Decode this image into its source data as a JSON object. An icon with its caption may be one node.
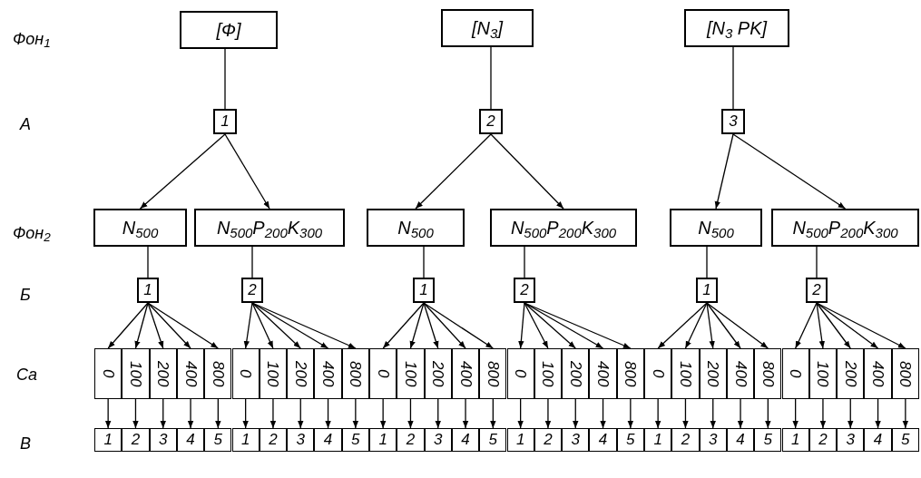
{
  "diagram": {
    "nodes": [
      {
        "text": [
          "[Ф]"
        ]
      },
      {
        "text": [
          "[N$_{3}$]"
        ]
      },
      {
        "text": [
          "[N$_{3}$ PK]"
        ]
      },
      {
        "text": [
          "1"
        ]
      },
      {
        "text": [
          "2"
        ]
      },
      {
        "text": [
          "3"
        ]
      },
      {
        "text": [
          "N$_{500}$"
        ]
      },
      {
        "text": [
          "N$_{500}$P$_{200}$K$_{300}$"
        ]
      },
      {
        "text": [
          "N$_{500}$"
        ]
      },
      {
        "text": [
          "N$_{500}$P$_{200}$K$_{300}$"
        ]
      },
      {
        "text": [
          "N$_{500}$"
        ]
      },
      {
        "text": [
          "N$_{500}$P$_{200}$K$_{300}$"
        ]
      },
      {
        "text": [
          "1"
        ]
      },
      {
        "text": [
          "2"
        ]
      },
      {
        "text": [
          "1"
        ]
      },
      {
        "text": [
          "2"
        ]
      },
      {
        "text": [
          "1"
        ]
      },
      {
        "text": [
          "2"
        ]
      },
      {
        "text": [
          "0"
        ]
      },
      {
        "text": [
          "100"
        ]
      },
      {
        "text": [
          "200"
        ]
      },
      {
        "text": [
          "400"
        ]
      },
      {
        "text": [
          "800"
        ]
      },
      {
        "text": [
          "0"
        ]
      },
      {
        "text": [
          "100"
        ]
      },
      {
        "text": [
          "200"
        ]
      },
      {
        "text": [
          "400"
        ]
      },
      {
        "text": [
          "800"
        ]
      },
      {
        "text": [
          "0"
        ]
      },
      {
        "text": [
          "100"
        ]
      },
      {
        "text": [
          "200"
        ]
      },
      {
        "text": [
          "400"
        ]
      },
      {
        "text": [
          "800"
        ]
      },
      {
        "text": [
          "0"
        ]
      },
      {
        "text": [
          "100"
        ]
      },
      {
        "text": [
          "200"
        ]
      },
      {
        "text": [
          "400"
        ]
      },
      {
        "text": [
          "800"
        ]
      },
      {
        "text": [
          "0"
        ]
      },
      {
        "text": [
          "100"
        ]
      },
      {
        "text": [
          "200"
        ]
      },
      {
        "text": [
          "400"
        ]
      },
      {
        "text": [
          "800"
        ]
      },
      {
        "text": [
          "0"
        ]
      },
      {
        "text": [
          "100"
        ]
      },
      {
        "text": [
          "200"
        ]
      },
      {
        "text": [
          "400"
        ]
      },
      {
        "text": [
          "800"
        ]
      },
      {
        "text": [
          "1"
        ]
      },
      {
        "text": [
          "2"
        ]
      },
      {
        "text": [
          "3"
        ]
      },
      {
        "text": [
          "4"
        ]
      },
      {
        "text": [
          "5"
        ]
      },
      {
        "text": [
          "1"
        ]
      },
      {
        "text": [
          "2"
        ]
      },
      {
        "text": [
          "3"
        ]
      },
      {
        "text": [
          "4"
        ]
      },
      {
        "text": [
          "5"
        ]
      },
      {
        "text": [
          "1"
        ]
      },
      {
        "text": [
          "2"
        ]
      },
      {
        "text": [
          "3"
        ]
      },
      {
        "text": [
          "4"
        ]
      },
      {
        "text": [
          "5"
        ]
      },
      {
        "text": [
          "1"
        ]
      },
      {
        "text": [
          "2"
        ]
      },
      {
        "text": [
          "3"
        ]
      },
      {
        "text": [
          "4"
        ]
      },
      {
        "text": [
          "5"
        ]
      },
      {
        "text": [
          "1"
        ]
      },
      {
        "text": [
          "2"
        ]
      },
      {
        "text": [
          "3"
        ]
      },
      {
        "text": [
          "4"
        ]
      },
      {
        "text": [
          "5"
        ]
      },
      {
        "text": [
          "1"
        ]
      },
      {
        "text": [
          "2"
        ]
      },
      {
        "text": [
          "3"
        ]
      },
      {
        "text": [
          "4"
        ]
      },
      {
        "text": [
          "5"
        ]
      }
    ],
    "edges": [
      {
        "from": 0,
        "to": 3,
        "arrow": "none"
      },
      {
        "from": 1,
        "to": 4,
        "arrow": "none"
      },
      {
        "from": 2,
        "to": 5,
        "arrow": "none"
      },
      {
        "from": 3,
        "to": 6,
        "arrow": "to"
      },
      {
        "from": 3,
        "to": 7,
        "arrow": "to"
      },
      {
        "from": 4,
        "to": 8,
        "arrow": "to"
      },
      {
        "from": 4,
        "to": 9,
        "arrow": "to"
      },
      {
        "from": 5,
        "to": 10,
        "arrow": "to"
      },
      {
        "from": 5,
        "to": 11,
        "arrow": "to"
      },
      {
        "from": 6,
        "to": 12,
        "arrow": "none"
      },
      {
        "from": 7,
        "to": 13,
        "arrow": "none"
      },
      {
        "from": 8,
        "to": 14,
        "arrow": "none"
      },
      {
        "from": 9,
        "to": 15,
        "arrow": "none"
      },
      {
        "from": 10,
        "to": 16,
        "arrow": "none"
      },
      {
        "from": 11,
        "to": 17,
        "arrow": "none"
      },
      {
        "from": 12,
        "to": 18,
        "arrow": "to"
      },
      {
        "from": 12,
        "to": 19,
        "arrow": "to"
      },
      {
        "from": 12,
        "to": 20,
        "arrow": "to"
      },
      {
        "from": 12,
        "to": 21,
        "arrow": "to"
      },
      {
        "from": 12,
        "to": 22,
        "arrow": "to"
      },
      {
        "from": 13,
        "to": 23,
        "arrow": "to"
      },
      {
        "from": 13,
        "to": 24,
        "arrow": "to"
      },
      {
        "from": 13,
        "to": 25,
        "arrow": "to"
      },
      {
        "from": 13,
        "to": 26,
        "arrow": "to"
      },
      {
        "from": 13,
        "to": 27,
        "arrow": "to"
      },
      {
        "from": 14,
        "to": 28,
        "arrow": "to"
      },
      {
        "from": 14,
        "to": 29,
        "arrow": "to"
      },
      {
        "from": 14,
        "to": 30,
        "arrow": "to"
      },
      {
        "from": 14,
        "to": 31,
        "arrow": "to"
      },
      {
        "from": 14,
        "to": 32,
        "arrow": "to"
      },
      {
        "from": 15,
        "to": 33,
        "arrow": "to"
      },
      {
        "from": 15,
        "to": 34,
        "arrow": "to"
      },
      {
        "from": 15,
        "to": 35,
        "arrow": "to"
      },
      {
        "from": 15,
        "to": 36,
        "arrow": "to"
      },
      {
        "from": 15,
        "to": 37,
        "arrow": "to"
      },
      {
        "from": 16,
        "to": 38,
        "arrow": "to"
      },
      {
        "from": 16,
        "to": 39,
        "arrow": "to"
      },
      {
        "from": 16,
        "to": 40,
        "arrow": "to"
      },
      {
        "from": 16,
        "to": 41,
        "arrow": "to"
      },
      {
        "from": 16,
        "to": 42,
        "arrow": "to"
      },
      {
        "from": 17,
        "to": 43,
        "arrow": "to"
      },
      {
        "from": 17,
        "to": 44,
        "arrow": "to"
      },
      {
        "from": 17,
        "to": 45,
        "arrow": "to"
      },
      {
        "from": 17,
        "to": 46,
        "arrow": "to"
      },
      {
        "from": 17,
        "to": 47,
        "arrow": "to"
      },
      {
        "from": 18,
        "to": 48,
        "arrow": "to"
      },
      {
        "from": 19,
        "to": 49,
        "arrow": "to"
      },
      {
        "from": 20,
        "to": 50,
        "arrow": "to"
      },
      {
        "from": 21,
        "to": 51,
        "arrow": "to"
      },
      {
        "from": 22,
        "to": 52,
        "arrow": "to"
      },
      {
        "from": 23,
        "to": 53,
        "arrow": "to"
      },
      {
        "from": 24,
        "to": 54,
        "arrow": "to"
      },
      {
        "from": 25,
        "to": 55,
        "arrow": "to"
      },
      {
        "from": 26,
        "to": 56,
        "arrow": "to"
      },
      {
        "from": 27,
        "to": 57,
        "arrow": "to"
      },
      {
        "from": 28,
        "to": 58,
        "arrow": "to"
      },
      {
        "from": 29,
        "to": 59,
        "arrow": "to"
      },
      {
        "from": 30,
        "to": 60,
        "arrow": "to"
      },
      {
        "from": 31,
        "to": 61,
        "arrow": "to"
      },
      {
        "from": 32,
        "to": 62,
        "arrow": "to"
      },
      {
        "from": 33,
        "to": 63,
        "arrow": "to"
      },
      {
        "from": 34,
        "to": 64,
        "arrow": "to"
      },
      {
        "from": 35,
        "to": 65,
        "arrow": "to"
      },
      {
        "from": 36,
        "to": 66,
        "arrow": "to"
      },
      {
        "from": 37,
        "to": 67,
        "arrow": "to"
      },
      {
        "from": 38,
        "to": 68,
        "arrow": "to"
      },
      {
        "from": 39,
        "to": 69,
        "arrow": "to"
      },
      {
        "from": 40,
        "to": 70,
        "arrow": "to"
      },
      {
        "from": 41,
        "to": 71,
        "arrow": "to"
      },
      {
        "from": 42,
        "to": 72,
        "arrow": "to"
      },
      {
        "from": 43,
        "to": 73,
        "arrow": "to"
      },
      {
        "from": 44,
        "to": 74,
        "arrow": "to"
      },
      {
        "from": 45,
        "to": 75,
        "arrow": "to"
      },
      {
        "from": 46,
        "to": 76,
        "arrow": "to"
      },
      {
        "from": 47,
        "to": 77,
        "arrow": "to"
      }
    ],
    "labels": [
      "Фон$_{1}$",
      "A",
      "Фон$_{2}$",
      "Б",
      "Ca",
      "B"
    ]
  }
}
